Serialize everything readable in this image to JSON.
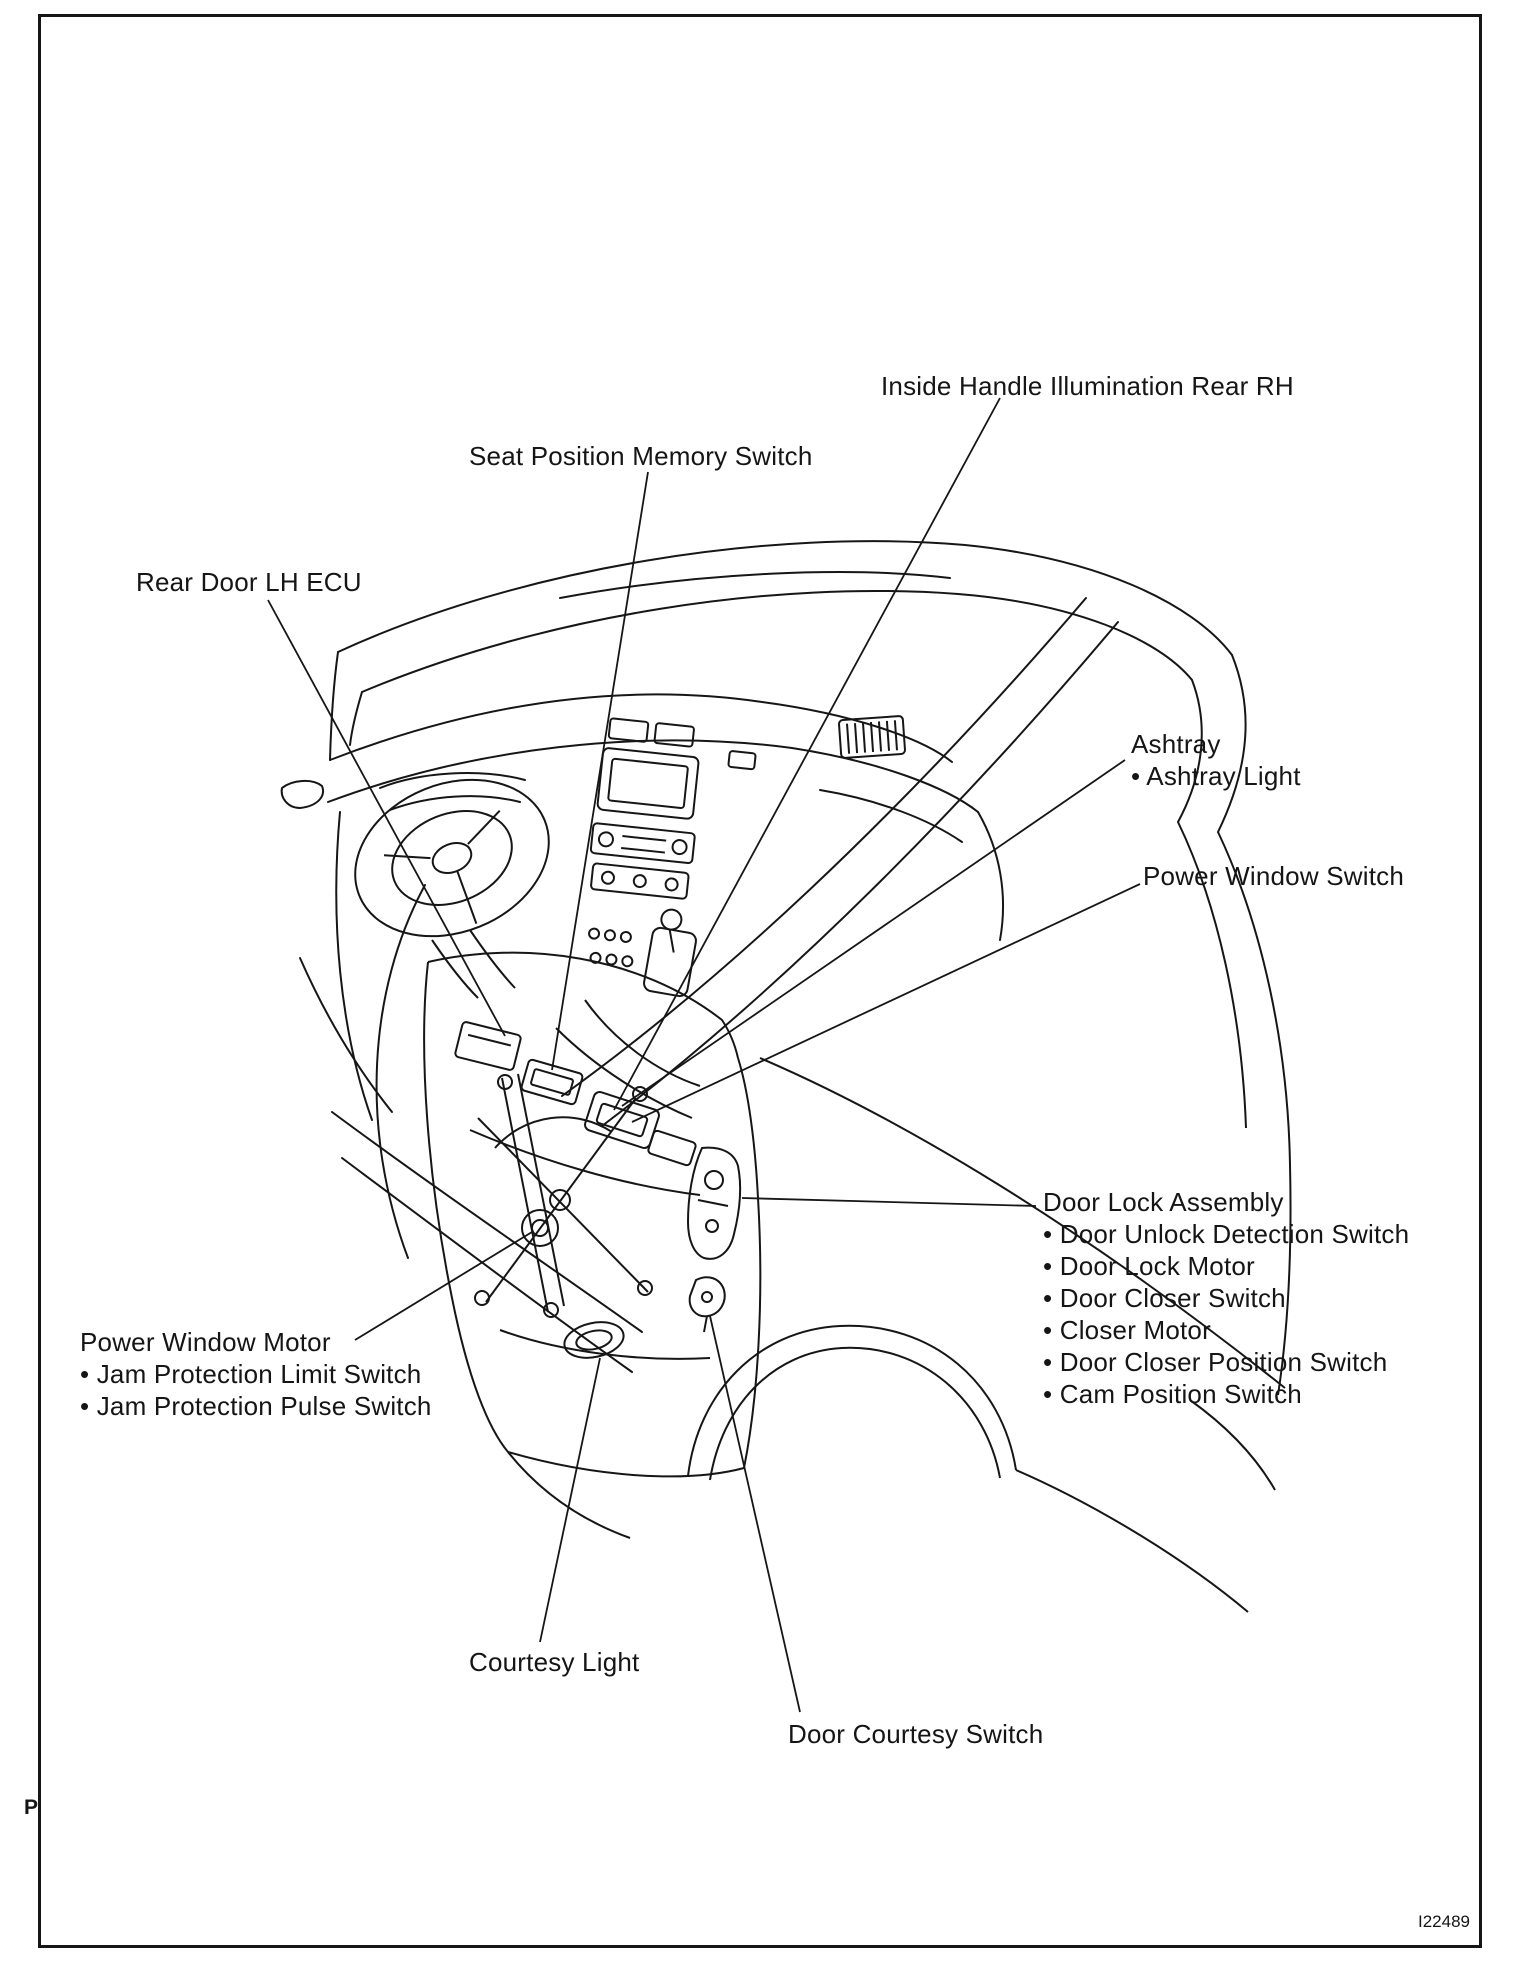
{
  "figure": {
    "code": "I22489",
    "page_marker": "P"
  },
  "labels": {
    "inside_handle_illumination_rear_rh": {
      "title": "Inside Handle Illumination Rear RH"
    },
    "seat_position_memory_switch": {
      "title": "Seat Position Memory Switch"
    },
    "rear_door_lh_ecu": {
      "title": "Rear Door LH ECU"
    },
    "ashtray": {
      "title": "Ashtray",
      "bullets": [
        "• Ashtray Light"
      ]
    },
    "power_window_switch": {
      "title": "Power Window Switch"
    },
    "door_lock_assembly": {
      "title": "Door Lock Assembly",
      "bullets": [
        "• Door Unlock Detection Switch",
        "• Door Lock Motor",
        "• Door Closer Switch",
        "• Closer Motor",
        "• Door Closer Position Switch",
        "• Cam Position Switch"
      ]
    },
    "power_window_motor": {
      "title": "Power Window Motor",
      "bullets": [
        "• Jam Protection Limit Switch",
        "• Jam Protection Pulse Switch"
      ]
    },
    "courtesy_light": {
      "title": "Courtesy Light"
    },
    "door_courtesy_switch": {
      "title": "Door Courtesy Switch"
    }
  }
}
